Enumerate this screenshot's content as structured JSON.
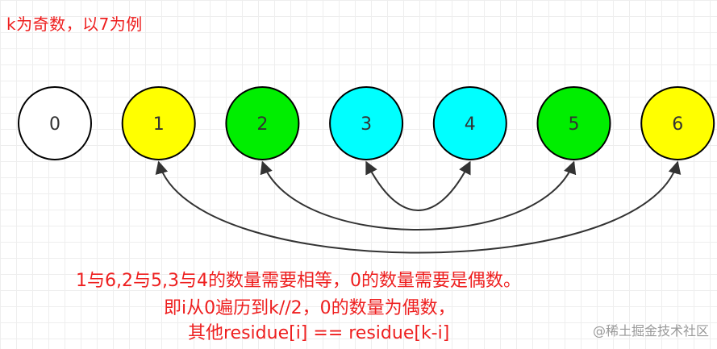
{
  "title": "k为奇数，以7为例",
  "nodes": [
    {
      "label": "0",
      "color": "#ffffff"
    },
    {
      "label": "1",
      "color": "#ffff00"
    },
    {
      "label": "2",
      "color": "#00ee00"
    },
    {
      "label": "3",
      "color": "#00ffff"
    },
    {
      "label": "4",
      "color": "#00ffff"
    },
    {
      "label": "5",
      "color": "#00ee00"
    },
    {
      "label": "6",
      "color": "#ffff00"
    }
  ],
  "pairs": [
    [
      "1",
      "6"
    ],
    [
      "2",
      "5"
    ],
    [
      "3",
      "4"
    ]
  ],
  "note": {
    "line1": "1与6,2与5,3与4的数量需要相等，0的数量需要是偶数。",
    "line2": "即i从0遍历到k//2，0的数量为偶数，",
    "line3": "其他residue[i]  ==  residue[k-i]"
  },
  "watermark": "@稀土掘金技术社区",
  "colors": {
    "text_red": "#ee1f1f",
    "stroke": "#000000",
    "arrow": "#333333"
  }
}
